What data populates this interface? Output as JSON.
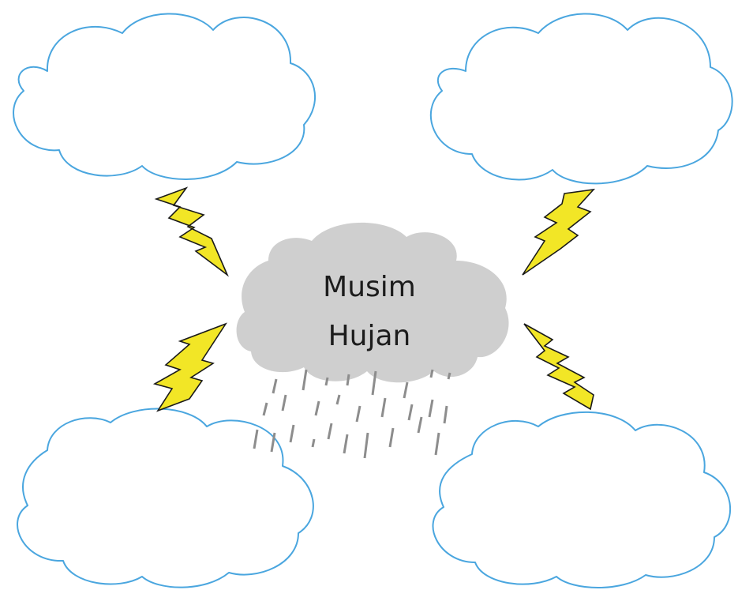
{
  "center_topic": {
    "line1": "Musim",
    "line2": "Hujan"
  },
  "colors": {
    "cloud_outline": "#4aa6df",
    "center_cloud_fill": "#cfcfcf",
    "bolt_fill": "#f2e626",
    "rain": "#8d8d8d"
  },
  "icons": [
    "outline-cloud",
    "storm-cloud",
    "lightning-bolt",
    "rain-drops"
  ]
}
